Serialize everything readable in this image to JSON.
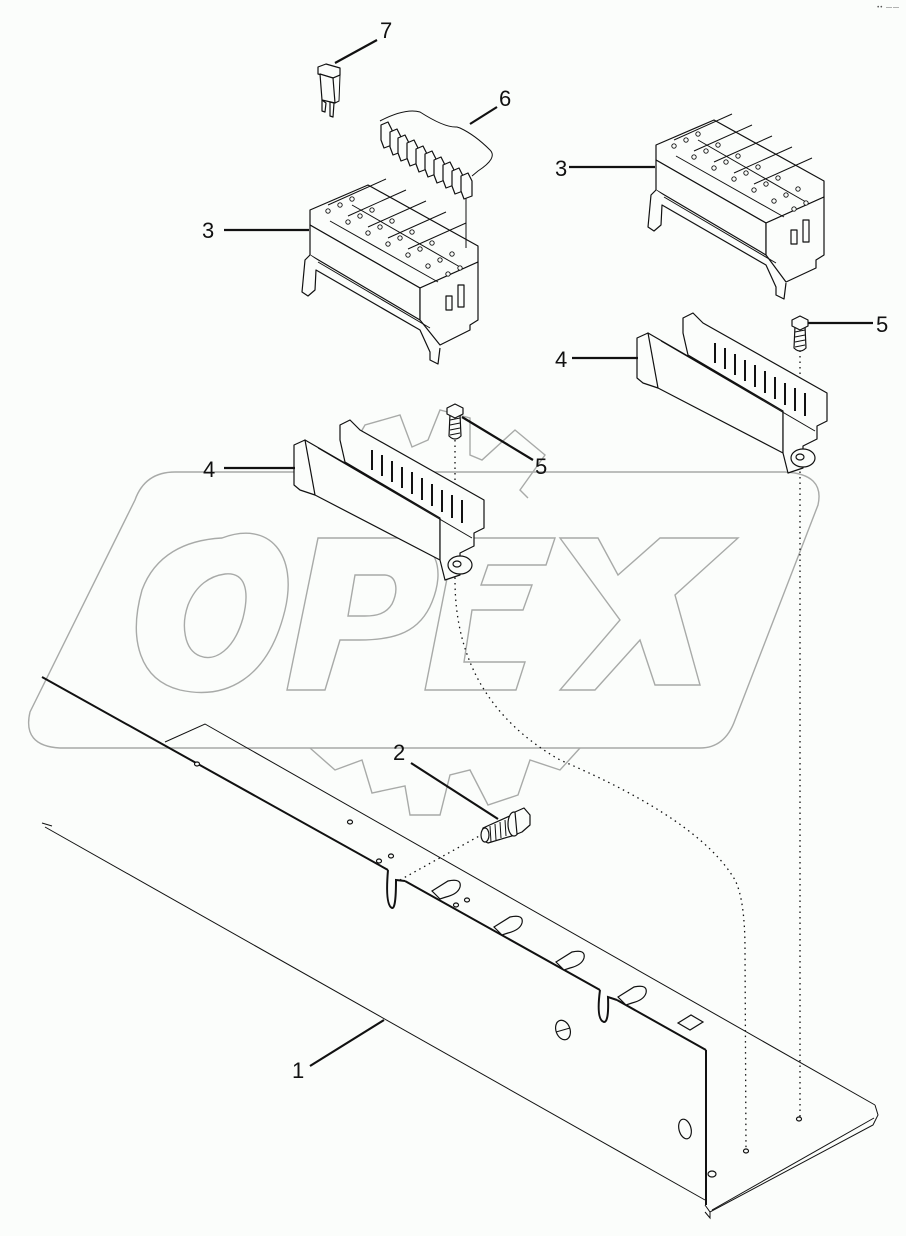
{
  "diagram": {
    "type": "exploded-parts-view",
    "watermark": "OPEX",
    "corner_mark": "•• ——",
    "callouts": [
      {
        "id": "1",
        "label": "1",
        "part": "mounting-bracket"
      },
      {
        "id": "2",
        "label": "2",
        "part": "ground-screw"
      },
      {
        "id": "3a",
        "label": "3",
        "part": "fuse-block-left"
      },
      {
        "id": "3b",
        "label": "3",
        "part": "fuse-block-right"
      },
      {
        "id": "4a",
        "label": "4",
        "part": "fuse-block-base-left"
      },
      {
        "id": "4b",
        "label": "4",
        "part": "fuse-block-base-right"
      },
      {
        "id": "5a",
        "label": "5",
        "part": "mounting-screw-left"
      },
      {
        "id": "5b",
        "label": "5",
        "part": "mounting-screw-right"
      },
      {
        "id": "6",
        "label": "6",
        "part": "jumper-strip"
      },
      {
        "id": "7",
        "label": "7",
        "part": "circuit-breaker"
      }
    ]
  }
}
